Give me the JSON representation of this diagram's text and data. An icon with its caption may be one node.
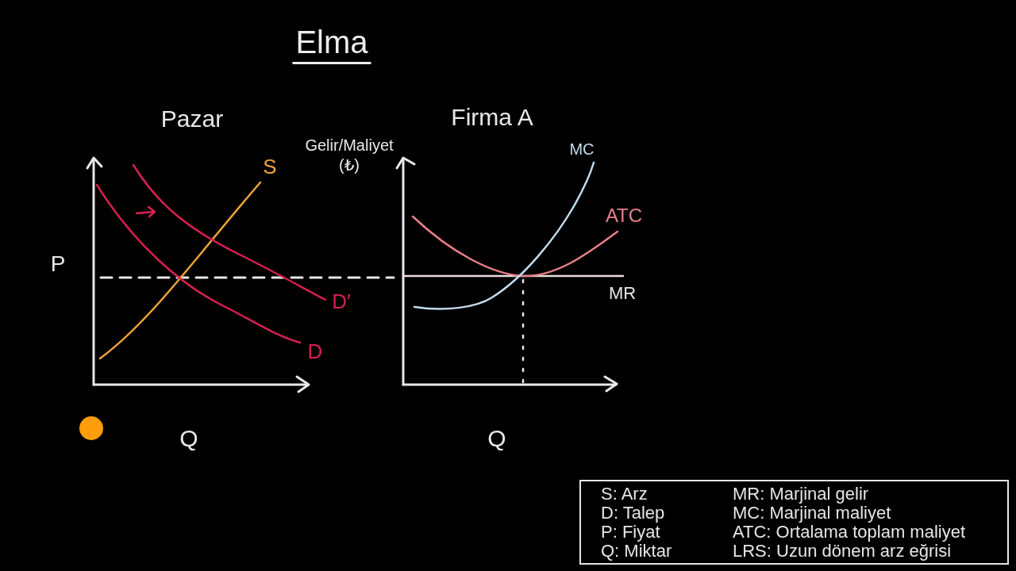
{
  "diagram": {
    "title": "Elma",
    "nodes": [
      {
        "text": [
          "S: Arz",
          "D: Talep",
          "P: Fiyat",
          "Q: Miktar",
          "MR: Marjinal gelir",
          "MC: Marjinal maliyet",
          "ATC: Ortalama toplam maliyet",
          "LRS: Uzun dönem arz eğrisi"
        ]
      }
    ],
    "labels": [
      "Pazar",
      "Firma A",
      "Gelir/Maliyet (₺)",
      "S",
      "MC",
      "ATC",
      "P",
      "MR",
      "D′",
      "D",
      "Q",
      "Q"
    ]
  }
}
